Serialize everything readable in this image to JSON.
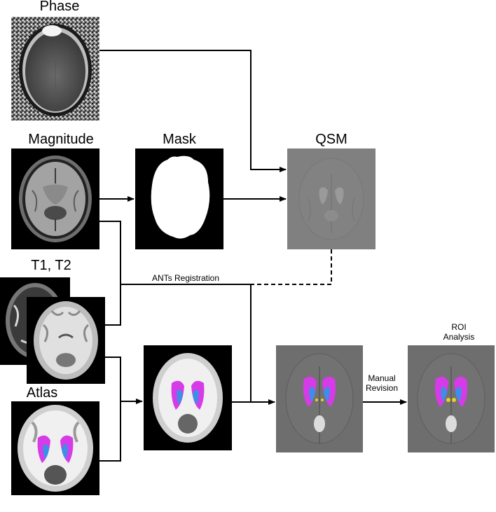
{
  "labels": {
    "phase": "Phase",
    "magnitude": "Magnitude",
    "mask": "Mask",
    "qsm": "QSM",
    "t1t2": "T1, T2",
    "atlas": "Atlas",
    "ants_registration": "ANTs Registration",
    "manual_revision_line1": "Manual",
    "manual_revision_line2": "Revision",
    "roi_analysis_line1": "ROI",
    "roi_analysis_line2": "Analysis"
  },
  "colors": {
    "background": "#ffffff",
    "image_background": "#000000",
    "qsm_gray": "#808080",
    "atlas_magenta": "#d63be8",
    "atlas_blue": "#3b8fe8",
    "roi_yellow": "#e8d020",
    "arrow": "#000000"
  }
}
